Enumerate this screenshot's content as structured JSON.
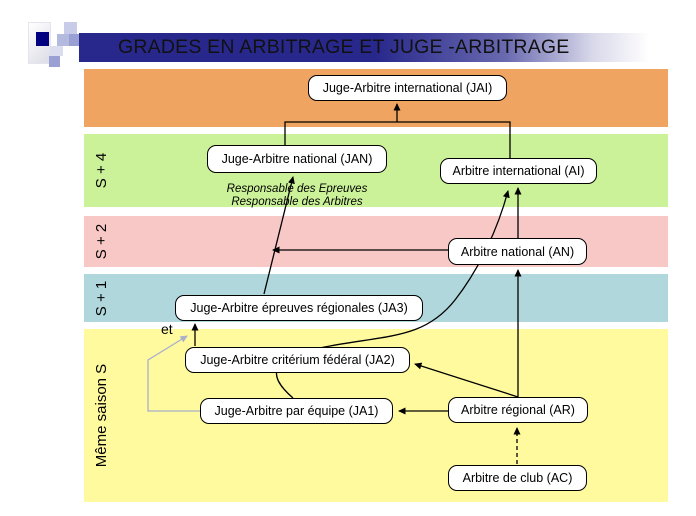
{
  "title": "GRADES EN ARBITRAGE ET JUGE -ARBITRAGE",
  "bands": [
    {
      "id": "international",
      "label": "",
      "color": "#f0a462"
    },
    {
      "id": "s-plus-4",
      "label": "S + 4",
      "color": "#ccf299"
    },
    {
      "id": "s-plus-2",
      "label": "S + 2",
      "color": "#f8c8c6"
    },
    {
      "id": "s-plus-1",
      "label": "S + 1",
      "color": "#b0d8dc"
    },
    {
      "id": "meme-saison",
      "label": "Même saison S",
      "color": "#fffa9e"
    }
  ],
  "nodes": {
    "jai": "Juge-Arbitre international (JAI)",
    "jan": "Juge-Arbitre national (JAN)",
    "ai": "Arbitre international (AI)",
    "an": "Arbitre national (AN)",
    "ja3": "Juge-Arbitre épreuves régionales (JA3)",
    "ja2": "Juge-Arbitre critérium fédéral (JA2)",
    "ja1": "Juge-Arbitre par équipe (JA1)",
    "ar": "Arbitre régional (AR)",
    "ac": "Arbitre de club (AC)"
  },
  "notes": {
    "line1": "Responsable des Epreuves",
    "line2": "Responsable des Arbitres",
    "et": "et"
  },
  "colors": {
    "line_black": "#000000",
    "line_gray": "#a9afcc",
    "title_navy": "#28288c",
    "logo_navy": "#000080"
  }
}
